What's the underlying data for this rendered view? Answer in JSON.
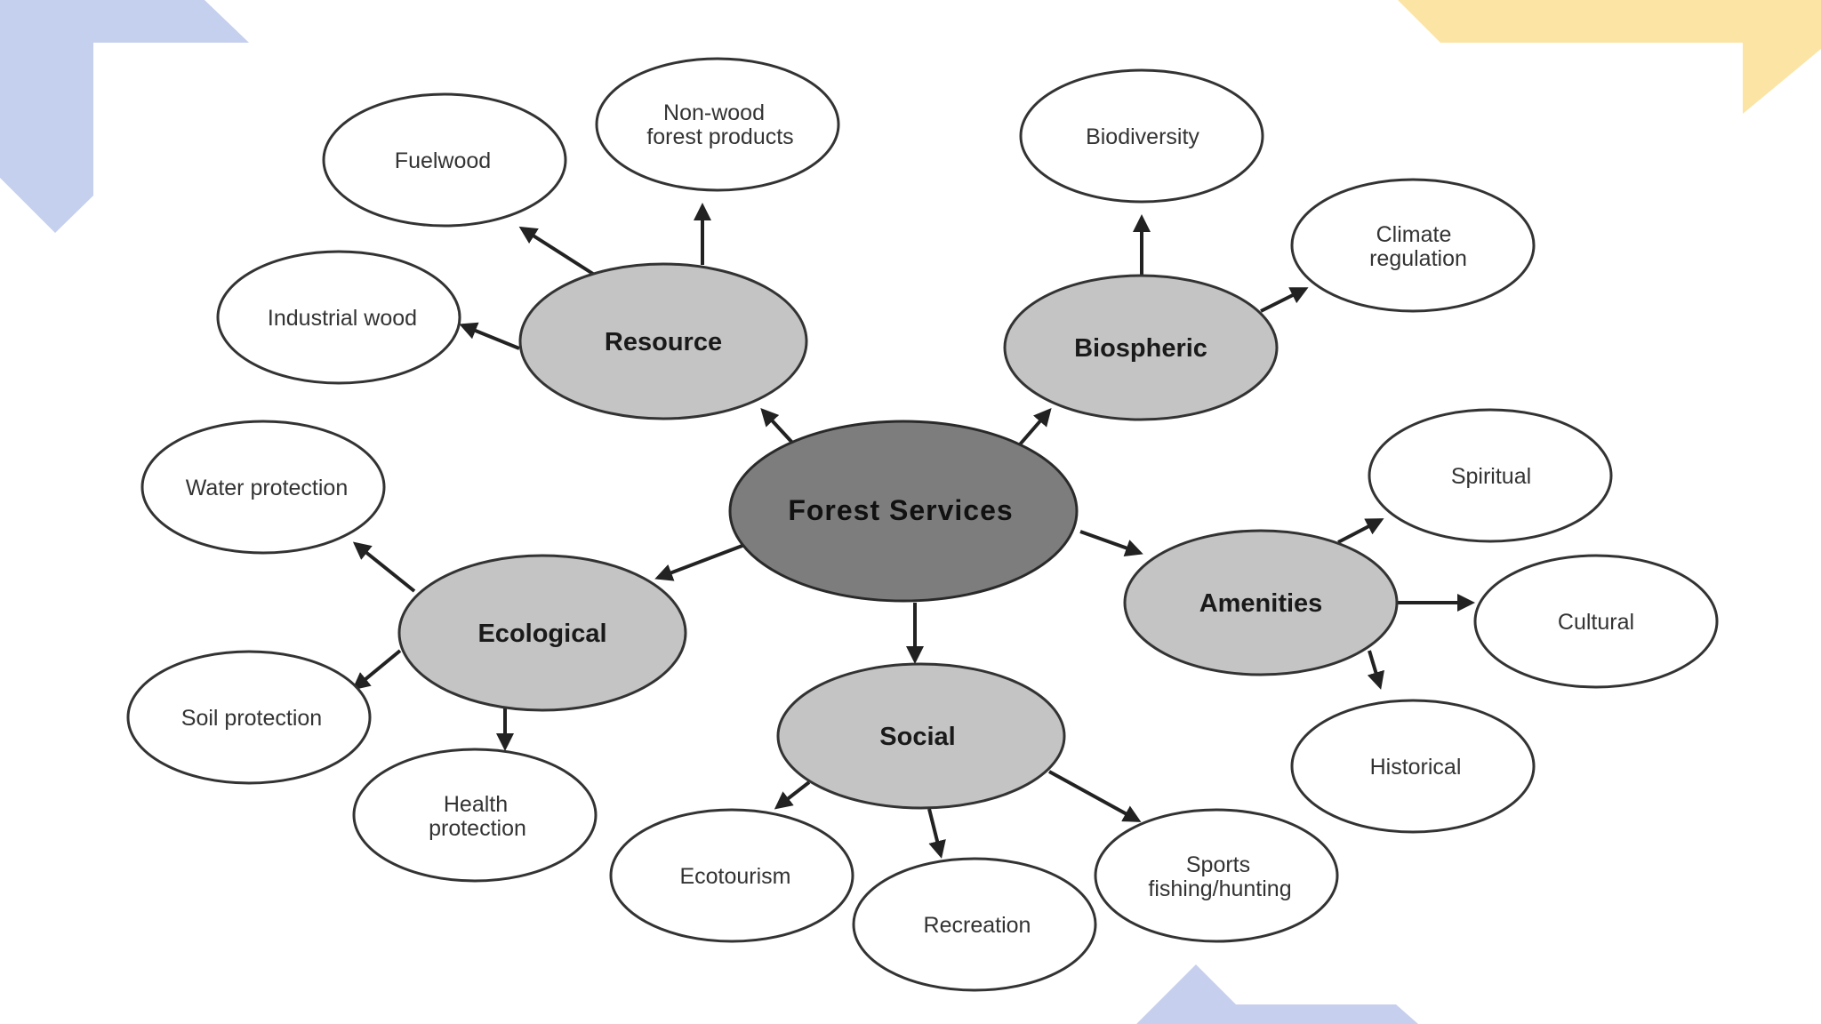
{
  "colors": {
    "corner_left": "#c5cfee",
    "corner_right": "#fbe4a4",
    "corner_bottom": "#c7cfee",
    "center_fill": "#7d7d7d",
    "category_fill": "#c4c4c4",
    "leaf_fill": "#ffffff",
    "stroke": "#333333",
    "arrow": "#222222"
  },
  "diagram": {
    "center": {
      "label": "Forest Services"
    },
    "categories": {
      "resource": {
        "label": "Resource"
      },
      "biospheric": {
        "label": "Biospheric"
      },
      "ecological": {
        "label": "Ecological"
      },
      "amenities": {
        "label": "Amenities"
      },
      "social": {
        "label": "Social"
      }
    },
    "leaves": {
      "fuelwood": {
        "lines": [
          "Fuelwood"
        ]
      },
      "non_wood": {
        "lines": [
          "Non-wood",
          "forest products"
        ]
      },
      "industrial_wood": {
        "lines": [
          "Industrial wood"
        ]
      },
      "biodiversity": {
        "lines": [
          "Biodiversity"
        ]
      },
      "climate_regulation": {
        "lines": [
          "Climate",
          "regulation"
        ]
      },
      "water_protection": {
        "lines": [
          "Water protection"
        ]
      },
      "soil_protection": {
        "lines": [
          "Soil protection"
        ]
      },
      "health_protection": {
        "lines": [
          "Health",
          "protection"
        ]
      },
      "spiritual": {
        "lines": [
          "Spiritual"
        ]
      },
      "cultural": {
        "lines": [
          "Cultural"
        ]
      },
      "historical": {
        "lines": [
          "Historical"
        ]
      },
      "ecotourism": {
        "lines": [
          "Ecotourism"
        ]
      },
      "recreation": {
        "lines": [
          "Recreation"
        ]
      },
      "sports": {
        "lines": [
          "Sports",
          "fishing/hunting"
        ]
      }
    }
  }
}
